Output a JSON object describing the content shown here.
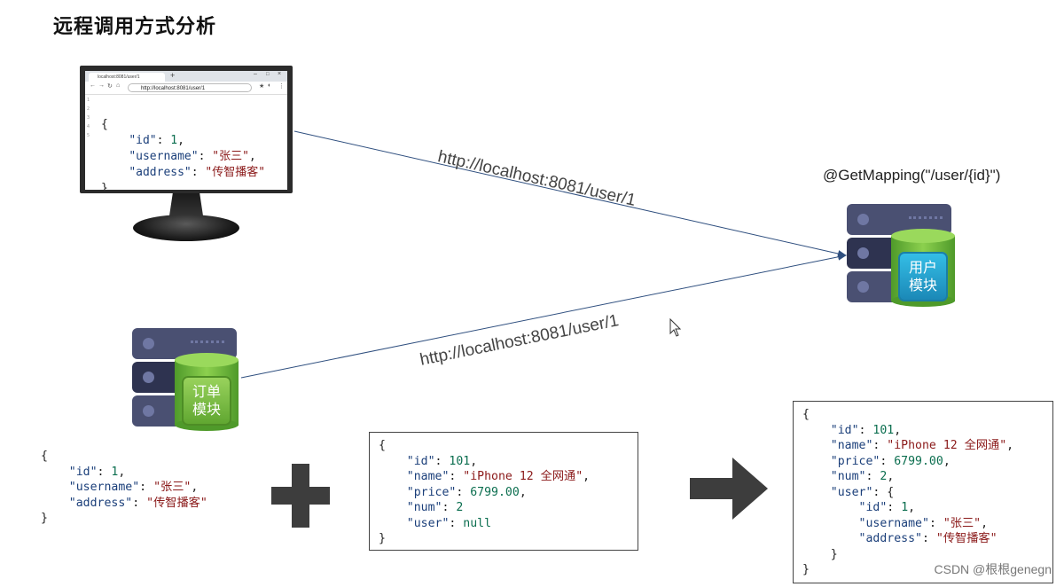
{
  "title": "远程调用方式分析",
  "browser": {
    "tab_title": "localhost:8081/user/1",
    "address": "http://localhost:8081/user/1",
    "line_numbers": [
      "1",
      "2",
      "3",
      "4",
      "5"
    ],
    "json": {
      "open": "{",
      "id_key": "\"id\"",
      "id_val": "1",
      "username_key": "\"username\"",
      "username_val": "\"张三\"",
      "address_key": "\"address\"",
      "address_val": "\"传智播客\"",
      "close": "}"
    }
  },
  "arrows": {
    "top_url": "http://localhost:8081/user/1",
    "bottom_url": "http://localhost:8081/user/1"
  },
  "user_module": {
    "mapping": "@GetMapping(\"/user/{id}\")",
    "line1": "用户",
    "line2": "模块"
  },
  "order_module": {
    "line1": "订单",
    "line2": "模块"
  },
  "left_json": {
    "open": "{",
    "id_key": "\"id\"",
    "id_val": "1",
    "username_key": "\"username\"",
    "username_val": "\"张三\"",
    "address_key": "\"address\"",
    "address_val": "\"传智播客\"",
    "close": "}"
  },
  "order_json": {
    "open": "{",
    "id_key": "\"id\"",
    "id_val": "101",
    "name_key": "\"name\"",
    "name_val": "\"iPhone 12 全网通\"",
    "price_key": "\"price\"",
    "price_val": "6799.00",
    "num_key": "\"num\"",
    "num_val": "2",
    "user_key": "\"user\"",
    "user_val": "null",
    "close": "}"
  },
  "result_json": {
    "open": "{",
    "id_key": "\"id\"",
    "id_val": "101",
    "name_key": "\"name\"",
    "name_val": "\"iPhone 12 全网通\"",
    "price_key": "\"price\"",
    "price_val": "6799.00",
    "num_key": "\"num\"",
    "num_val": "2",
    "user_key": "\"user\"",
    "uid_key": "\"id\"",
    "uid_val": "1",
    "uname_key": "\"username\"",
    "uname_val": "\"张三\"",
    "uaddr_key": "\"address\"",
    "uaddr_val": "\"传智播客\"",
    "inner_close": "}",
    "close": "}"
  },
  "watermark": "CSDN @根根genegn",
  "colors": {
    "server_dark": "#3a3f5c",
    "server_mid": "#4a5072",
    "cylinder_green": "#6fb83a",
    "cylinder_blue": "#1fa3c9",
    "arrow_line": "#2f4f7f",
    "plus_arrow": "#3d3d3d"
  }
}
